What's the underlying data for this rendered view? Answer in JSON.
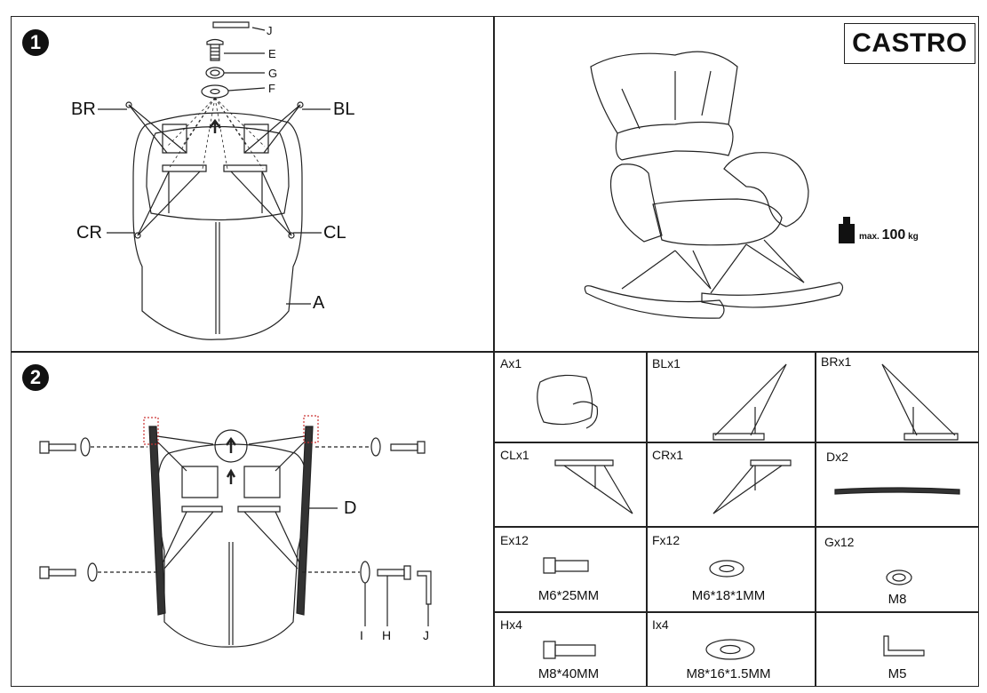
{
  "brand": "CASTRO",
  "steps": {
    "step1": "1",
    "step2": "2"
  },
  "step1_labels": {
    "j": "J",
    "e": "E",
    "g": "G",
    "f": "F",
    "br": "BR",
    "bl": "BL",
    "cr": "CR",
    "cl": "CL",
    "a": "A"
  },
  "step2_labels": {
    "d": "D",
    "i": "I",
    "h": "H",
    "j": "J"
  },
  "max_load": {
    "prefix": "max.",
    "value": "100",
    "unit": "kg"
  },
  "parts": [
    {
      "title": "Ax1",
      "spec": ""
    },
    {
      "title": "BLx1",
      "spec": ""
    },
    {
      "title": "BRx1",
      "spec": ""
    },
    {
      "title": "CLx1",
      "spec": ""
    },
    {
      "title": "CRx1",
      "spec": ""
    },
    {
      "title": "Dx2",
      "spec": ""
    },
    {
      "title": "Ex12",
      "spec": "M6*25MM"
    },
    {
      "title": "Fx12",
      "spec": "M6*18*1MM"
    },
    {
      "title": "Gx12",
      "spec": "M8"
    },
    {
      "title": "Hx4",
      "spec": "M8*40MM"
    },
    {
      "title": "Ix4",
      "spec": "M8*16*1.5MM"
    },
    {
      "title": "",
      "spec": "M5"
    }
  ]
}
